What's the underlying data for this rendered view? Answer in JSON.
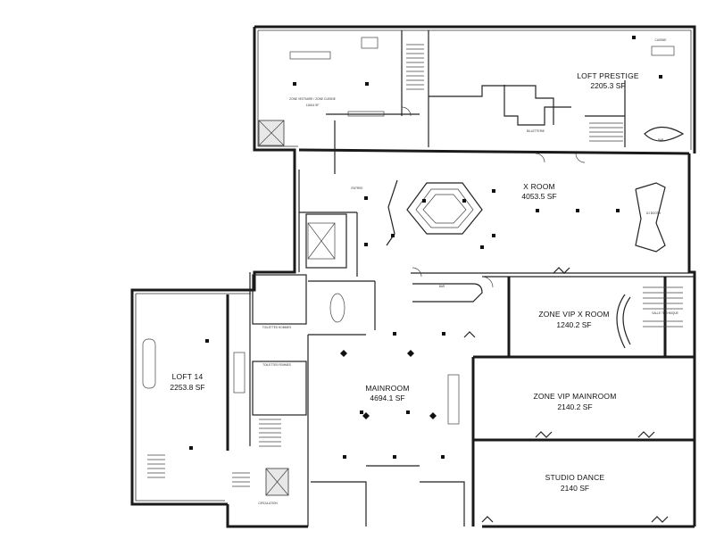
{
  "rooms": [
    {
      "id": "loft-prestige",
      "name": "LOFT PRESTIGE",
      "area": "2205.3 SF"
    },
    {
      "id": "x-room",
      "name": "X ROOM",
      "area": "4053.5 SF"
    },
    {
      "id": "zone-vip-x-room",
      "name": "ZONE VIP X ROOM",
      "area": "1240.2 SF"
    },
    {
      "id": "loft-14",
      "name": "LOFT 14",
      "area": "2253.8 SF"
    },
    {
      "id": "mainroom",
      "name": "MAINROOM",
      "area": "4694.1 SF"
    },
    {
      "id": "zone-vip-mainroom",
      "name": "ZONE VIP MAINROOM",
      "area": "2140.2 SF"
    },
    {
      "id": "studio-dance",
      "name": "STUDIO DANCE",
      "area": "2140  SF"
    }
  ],
  "small_labels": {
    "zone_vestiaire": "ZONE VESTIAIRE / ZONE CUISINE",
    "zone_vestiaire_area": "1166.6 SF",
    "cuisine": "CUISINE",
    "bar": "BAR",
    "entree": "ENTREE",
    "circulation": "CIRCULATION",
    "toilettes_hommes": "TOILETTES HOMMES",
    "toilettes_femmes": "TOILETTES FEMMES",
    "salle_technique": "SALLE TECHNIQUE",
    "dj_booth": "DJ BOOTH",
    "billetterie": "BILLETTERIE"
  },
  "colors": {
    "walls": "#1a1a1a",
    "background": "#ffffff",
    "hatch": "#e8e8e8"
  }
}
